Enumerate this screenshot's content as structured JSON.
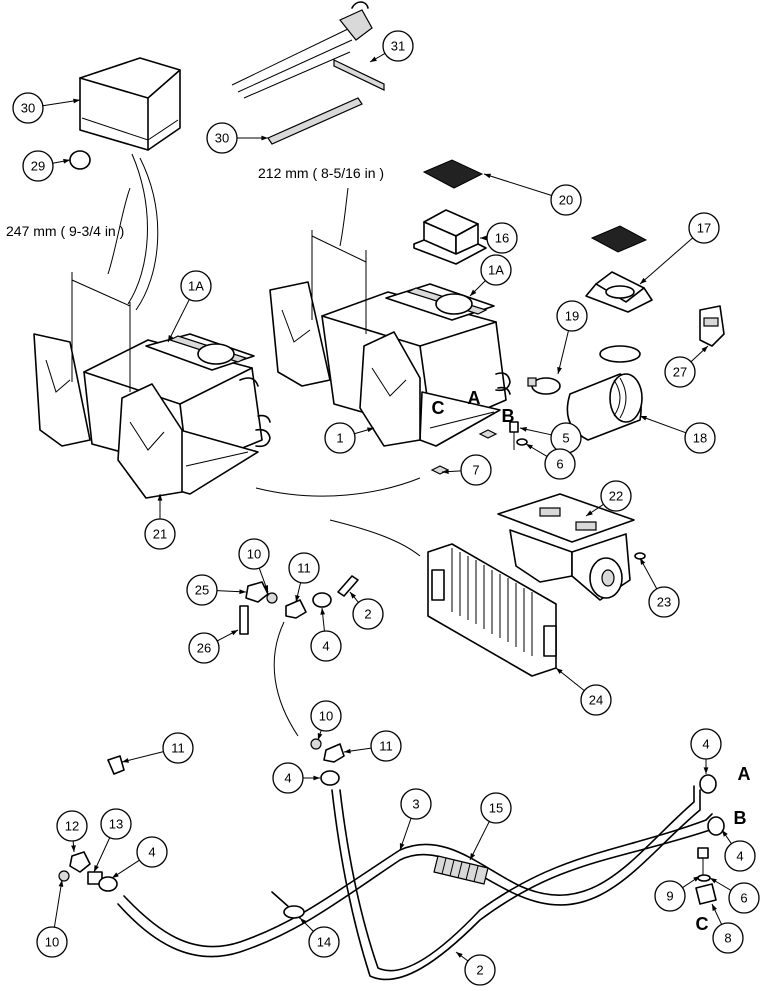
{
  "callouts": [
    {
      "id": "c30a",
      "label": "30"
    },
    {
      "id": "c31",
      "label": "31"
    },
    {
      "id": "c30b",
      "label": "30"
    },
    {
      "id": "c29",
      "label": "29"
    },
    {
      "id": "c20",
      "label": "20"
    },
    {
      "id": "c16",
      "label": "16"
    },
    {
      "id": "c17",
      "label": "17"
    },
    {
      "id": "c1Aa",
      "label": "1A"
    },
    {
      "id": "c1Ab",
      "label": "1A"
    },
    {
      "id": "c19",
      "label": "19"
    },
    {
      "id": "c27",
      "label": "27"
    },
    {
      "id": "c18",
      "label": "18"
    },
    {
      "id": "c5",
      "label": "5"
    },
    {
      "id": "c6a",
      "label": "6"
    },
    {
      "id": "c1",
      "label": "1"
    },
    {
      "id": "c7",
      "label": "7"
    },
    {
      "id": "c21",
      "label": "21"
    },
    {
      "id": "c22",
      "label": "22"
    },
    {
      "id": "c23",
      "label": "23"
    },
    {
      "id": "c10a",
      "label": "10"
    },
    {
      "id": "c11a",
      "label": "11"
    },
    {
      "id": "c25",
      "label": "25"
    },
    {
      "id": "c2a",
      "label": "2"
    },
    {
      "id": "c4a",
      "label": "4"
    },
    {
      "id": "c26",
      "label": "26"
    },
    {
      "id": "c24",
      "label": "24"
    },
    {
      "id": "c10b",
      "label": "10"
    },
    {
      "id": "c11b",
      "label": "11"
    },
    {
      "id": "c4b",
      "label": "4"
    },
    {
      "id": "c11c",
      "label": "11"
    },
    {
      "id": "c12",
      "label": "12"
    },
    {
      "id": "c13",
      "label": "13"
    },
    {
      "id": "c4c",
      "label": "4"
    },
    {
      "id": "c10c",
      "label": "10"
    },
    {
      "id": "c3",
      "label": "3"
    },
    {
      "id": "c15",
      "label": "15"
    },
    {
      "id": "c14",
      "label": "14"
    },
    {
      "id": "c2b",
      "label": "2"
    },
    {
      "id": "c4d",
      "label": "4"
    },
    {
      "id": "c4e",
      "label": "4"
    },
    {
      "id": "c9",
      "label": "9"
    },
    {
      "id": "c6b",
      "label": "6"
    },
    {
      "id": "c8",
      "label": "8"
    }
  ],
  "dimensions": {
    "left": "247 mm ( 9-3/4 in )",
    "right": "212 mm ( 8-5/16 in )"
  },
  "connection_letters": {
    "a_top": "A",
    "b_top": "B",
    "c_top": "C",
    "a_hose": "A",
    "b_hose": "B",
    "c_hose": "C"
  }
}
